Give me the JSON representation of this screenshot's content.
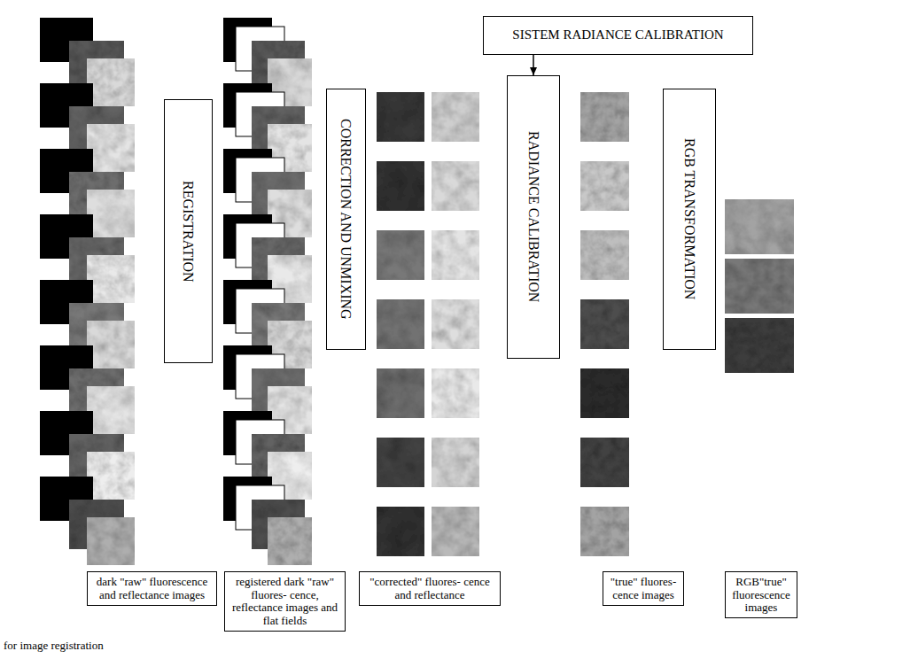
{
  "diagram": {
    "nodes": [
      {
        "text": [
          "SISTEM RADIANCE CALIBRATION"
        ]
      },
      {
        "text": [
          "REGISTRATION"
        ]
      },
      {
        "text": [
          "CORRECTION AND UNMIXING"
        ]
      },
      {
        "text": [
          "RADIANCE CALIBRATION"
        ]
      },
      {
        "text": [
          "RGB TRANSFORMATION"
        ]
      },
      {
        "text": [
          "dark \"raw\" fluorescence and reflectance images"
        ]
      },
      {
        "text": [
          "registered dark \"raw\" fluores- cence, reflectance images and flat fields"
        ]
      },
      {
        "text": [
          "\"corrected\" fluores- cence and reflectance"
        ]
      },
      {
        "text": [
          "\"true\" fluores- cence images"
        ]
      },
      {
        "text": [
          "RGB\"true\" fluorescence images"
        ]
      }
    ],
    "edges": [
      {
        "from": 0,
        "to": 3,
        "arrow": "to"
      }
    ],
    "labels": [
      "for image registration"
    ]
  }
}
